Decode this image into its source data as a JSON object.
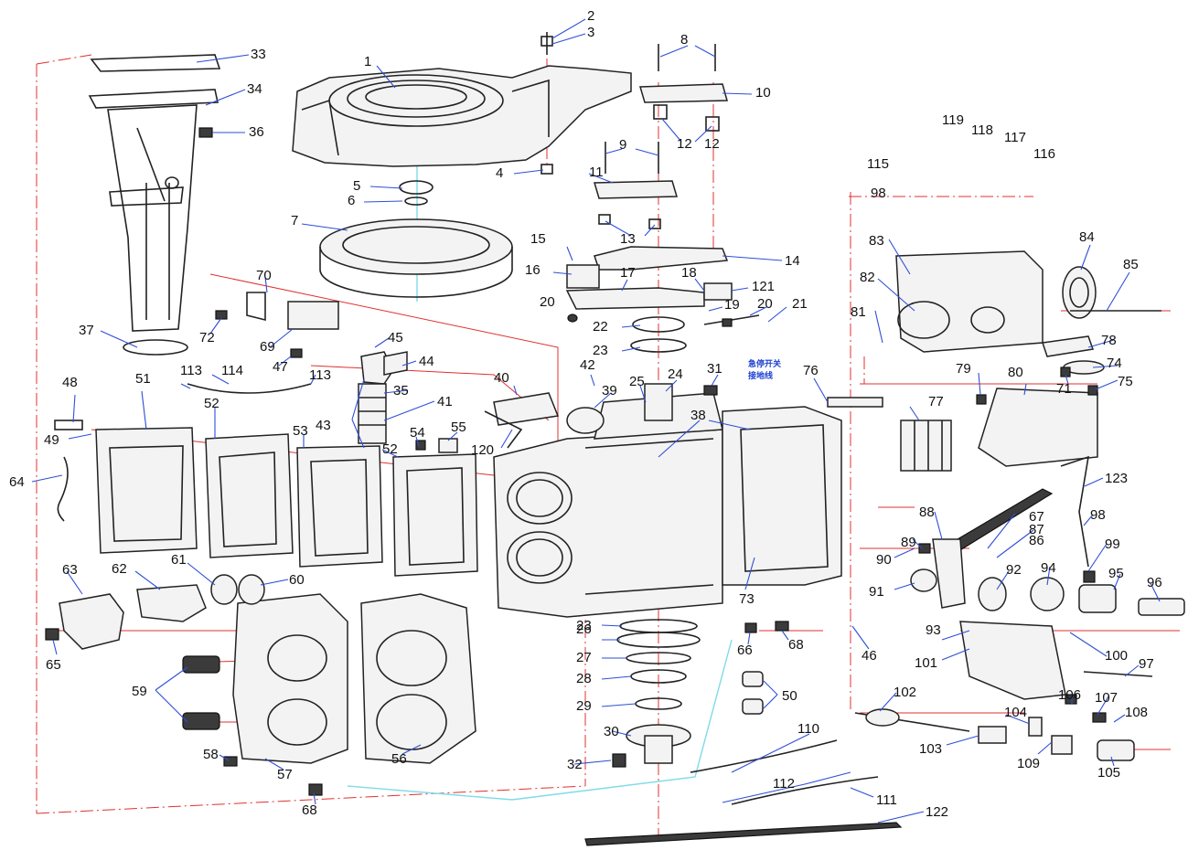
{
  "labels": [
    "1",
    "2",
    "3",
    "4",
    "5",
    "6",
    "7",
    "8",
    "9",
    "10",
    "11",
    "12",
    "12",
    "13",
    "14",
    "15",
    "16",
    "17",
    "18",
    "19",
    "20",
    "20",
    "21",
    "22",
    "23",
    "23",
    "24",
    "25",
    "26",
    "27",
    "28",
    "29",
    "30",
    "31",
    "32",
    "33",
    "34",
    "35",
    "36",
    "37",
    "38",
    "39",
    "40",
    "41",
    "42",
    "43",
    "44",
    "45",
    "46",
    "47",
    "48",
    "49",
    "50",
    "51",
    "52",
    "52",
    "53",
    "54",
    "55",
    "56",
    "57",
    "58",
    "59",
    "60",
    "61",
    "62",
    "63",
    "64",
    "65",
    "66",
    "67",
    "68",
    "68",
    "69",
    "70",
    "71",
    "72",
    "73",
    "74",
    "75",
    "76",
    "77",
    "78",
    "79",
    "80",
    "81",
    "82",
    "83",
    "84",
    "85",
    "86",
    "87",
    "88",
    "89",
    "90",
    "91",
    "92",
    "93",
    "94",
    "95",
    "96",
    "97",
    "98",
    "98",
    "99",
    "100",
    "101",
    "102",
    "103",
    "104",
    "105",
    "106",
    "107",
    "108",
    "109",
    "110",
    "111",
    "112",
    "113",
    "113",
    "114",
    "115",
    "116",
    "117",
    "118",
    "119",
    "120",
    "121",
    "122",
    "123"
  ],
  "note": [
    "急停开关",
    "接地线"
  ],
  "colors": {
    "leader": "#2e4fd6",
    "centerline": "#e03030",
    "hose": "#7fdbe8",
    "note": "#1a3fd0"
  }
}
